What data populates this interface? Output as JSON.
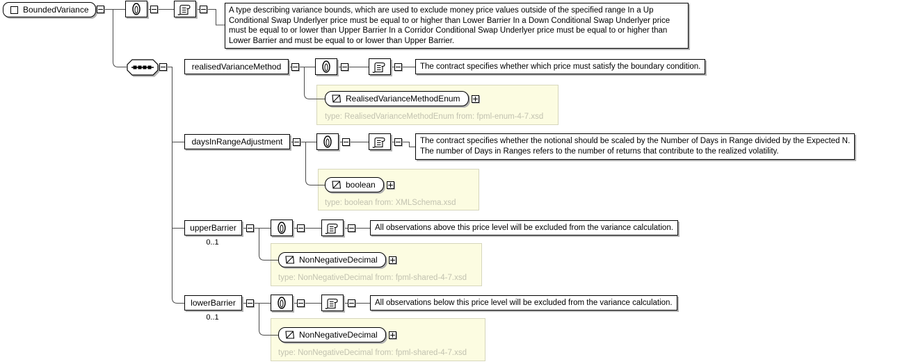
{
  "root": {
    "name": "BoundedVariance",
    "annotation": "A type describing variance bounds, which are used to exclude money price values outside of the specified range In a Up Conditional Swap Underlyer price must be equal to or higher than Lower Barrier In a Down Conditional Swap Underlyer price must be equal to or lower than Upper Barrier In a Corridor Conditional Swap Underlyer price must be equal to or higher than Lower Barrier and must be equal to or lower than Upper Barrier."
  },
  "compositor": "sequence",
  "children": [
    {
      "name": "realisedVarianceMethod",
      "annotation": "The contract specifies whether which price must satisfy the boundary condition.",
      "type_name": "RealisedVarianceMethodEnum",
      "type_note": "type: RealisedVarianceMethodEnum from: fpml-enum-4-7.xsd"
    },
    {
      "name": "daysInRangeAdjustment",
      "annotation_lines": [
        "The contract specifies whether the notional should be scaled by the Number of Days in Range divided by the Expected N.",
        "The number of Days in Ranges refers to the number of returns that contribute to the realized volatility."
      ],
      "type_name": "boolean",
      "type_note": "type: boolean from: XMLSchema.xsd"
    },
    {
      "name": "upperBarrier",
      "cardinality": "0..1",
      "annotation": "All observations above this price level will be excluded from the variance calculation.",
      "type_name": "NonNegativeDecimal",
      "type_note": "type: NonNegativeDecimal from: fpml-shared-4-7.xsd"
    },
    {
      "name": "lowerBarrier",
      "cardinality": "0..1",
      "annotation": "All observations below this price level will be excluded from the variance calculation.",
      "type_name": "NonNegativeDecimal",
      "type_note": "type: NonNegativeDecimal from: fpml-shared-4-7.xsd"
    }
  ],
  "icons": {
    "element": "square-outline",
    "attributes": "paperclip",
    "annotation": "scroll",
    "sequence": "dotted-squares-octagon",
    "simple_type": "parallelogram-slash",
    "expanded_toggle": "minus-box",
    "collapsed_toggle": "plus-box"
  },
  "colors": {
    "background": "#ffffff",
    "box_border": "#000000",
    "box_shadow": "#b2b2b2",
    "wire": "#4a4a4a",
    "type_panel_bg": "#fcfce1",
    "type_panel_border": "#d6d6bc",
    "type_note_text": "#c2c2b0"
  }
}
